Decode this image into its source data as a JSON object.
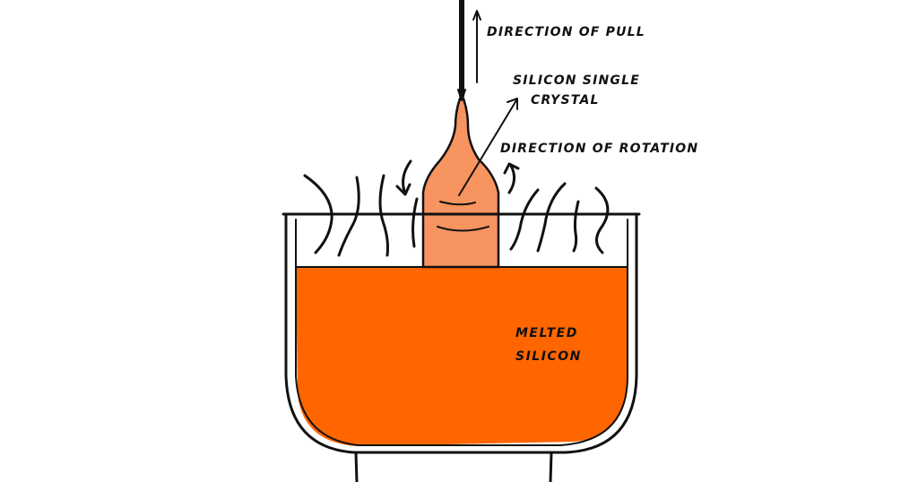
{
  "diagram": {
    "title": "Czochralski crystal growth",
    "labels": {
      "direction_of_pull": "DIRECTION OF PULL",
      "single_crystal_line1": "SILICON SINGLE",
      "single_crystal_line2": "CRYSTAL",
      "direction_of_rotation": "DIRECTION OF ROTATION",
      "melt_line1": "MELTED",
      "melt_line2": "SILICON"
    },
    "colors": {
      "melt": "#ff6600",
      "crystal": "#f79460",
      "ink": "#111111",
      "background": "#ffffff"
    }
  }
}
